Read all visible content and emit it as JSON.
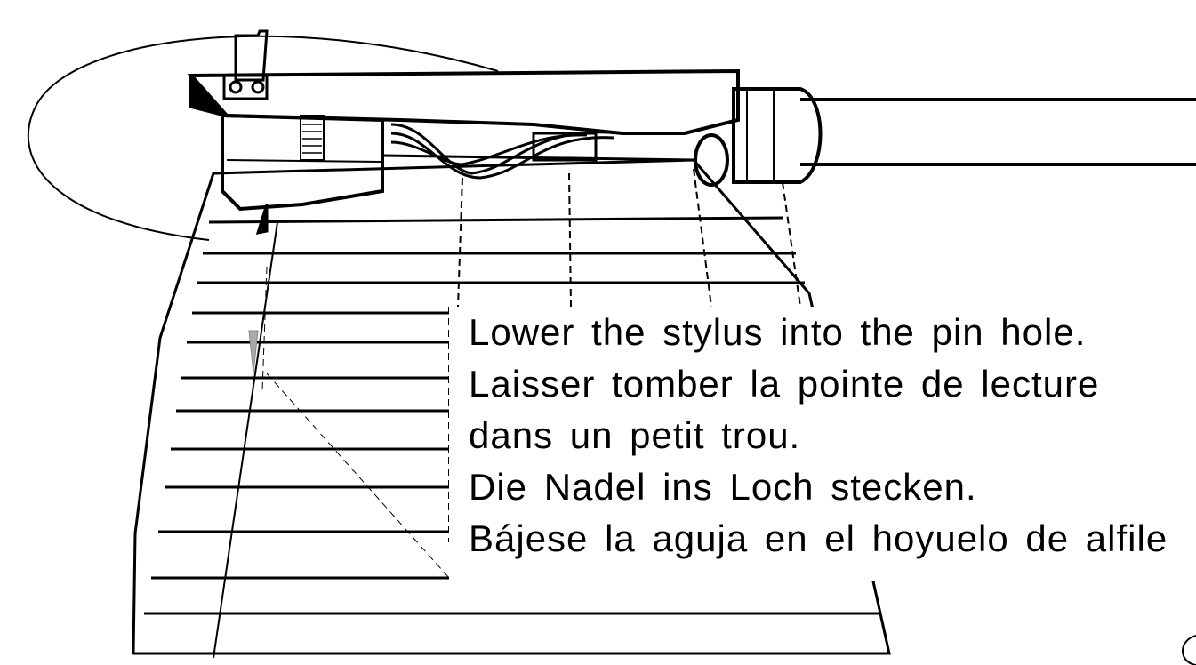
{
  "caption": {
    "line1": "Lower the stylus into the pin hole.",
    "line2": "Laisser tomber la pointe de lecture",
    "line3": "dans un petit trou.",
    "line4": "Die Nadel ins Loch stecken.",
    "line5": "Bájese la aguja en el hoyuelo de alfile"
  },
  "colors": {
    "ink": "#000000",
    "paper": "#ffffff"
  }
}
